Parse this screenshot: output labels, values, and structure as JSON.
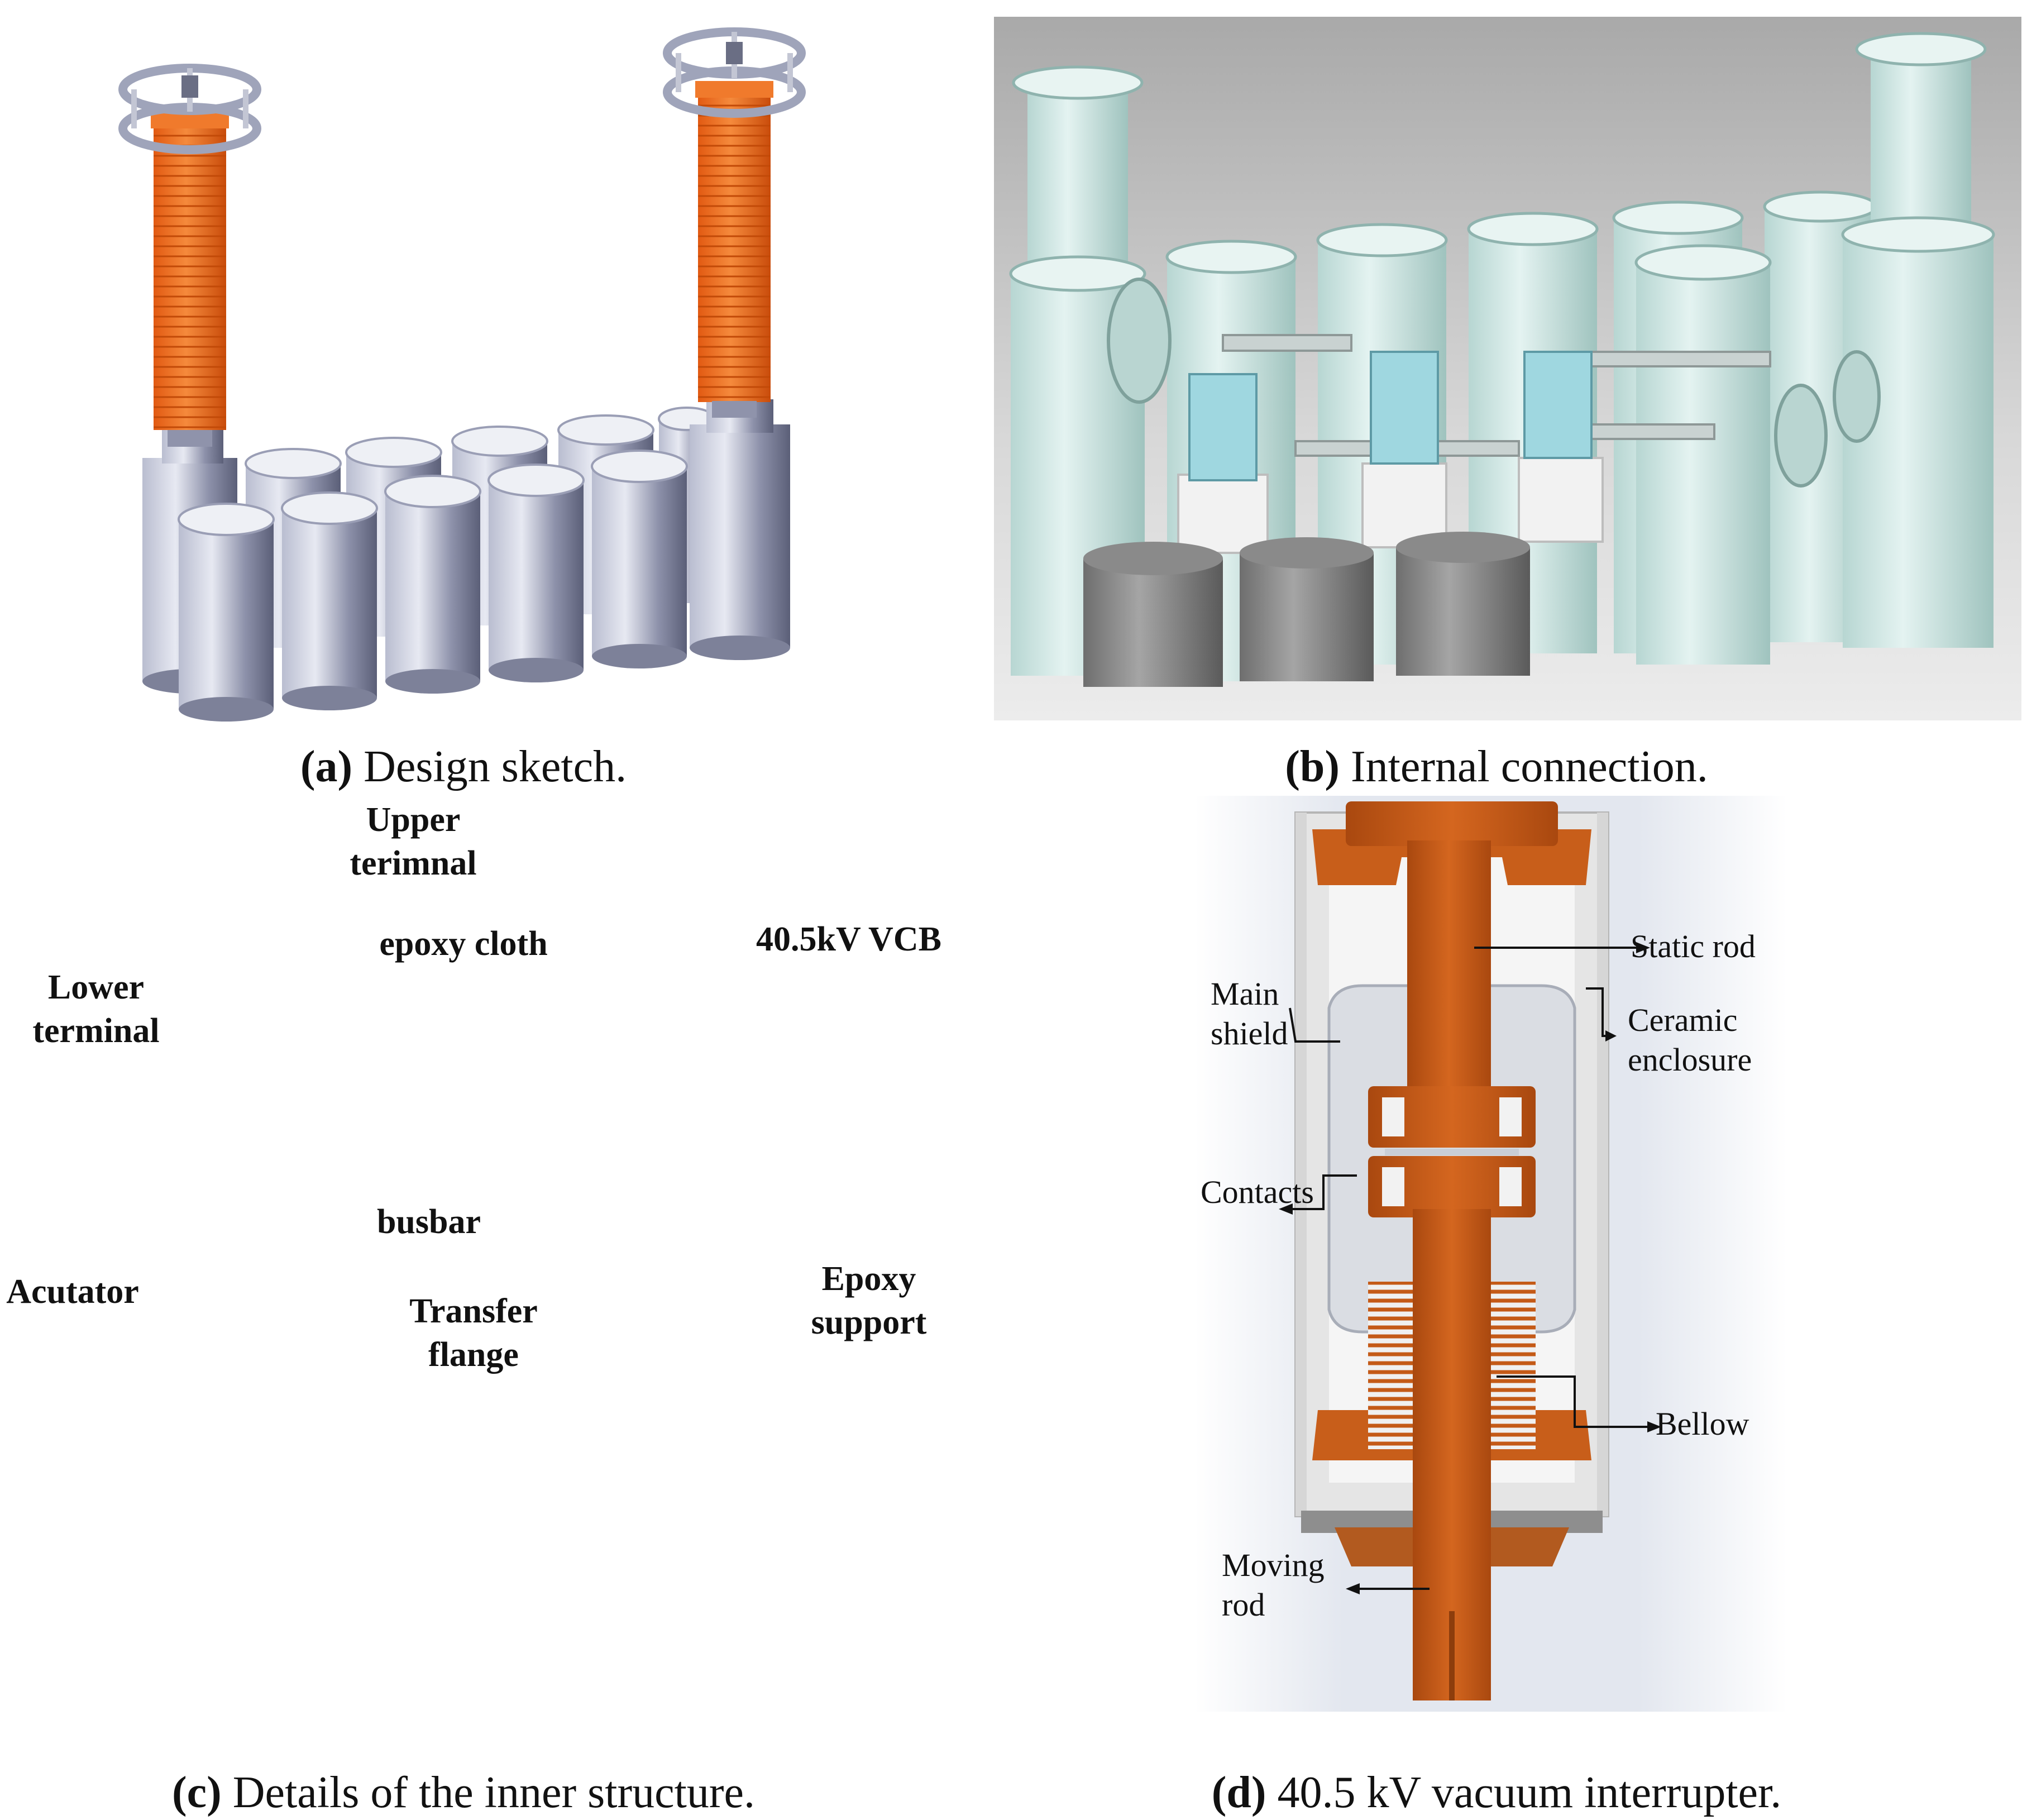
{
  "panels": {
    "a": {
      "letter": "(a)",
      "caption": "Design sketch."
    },
    "b": {
      "letter": "(b)",
      "caption": "Internal connection."
    },
    "c": {
      "letter": "(c)",
      "caption": "Details of the inner structure.",
      "labels": {
        "upper_terminal_1": "Upper",
        "upper_terminal_2": "terimnal",
        "epoxy_cloth": "epoxy cloth",
        "vcb": "40.5kV VCB",
        "lower_terminal_1": "Lower",
        "lower_terminal_2": "terminal",
        "busbar": "busbar",
        "actuator": "Acutator",
        "transfer_flange_1": "Transfer",
        "transfer_flange_2": "flange",
        "epoxy_support_1": "Epoxy",
        "epoxy_support_2": "support"
      }
    },
    "d": {
      "letter": "(d)",
      "caption": "40.5 kV vacuum interrupter.",
      "labels": {
        "static_rod": "Static rod",
        "main_shield_1": "Main",
        "main_shield_2": "shield",
        "ceramic_1": "Ceramic",
        "ceramic_2": "enclosure",
        "contacts": "Contacts",
        "bellow": "Bellow",
        "moving_rod_1": "Moving",
        "moving_rod_2": "rod"
      }
    }
  },
  "colors": {
    "orange": "#ec6a1e",
    "copper": "#c45a17",
    "steel": "#8a8fa8",
    "teal": "#cfe6e2",
    "gray_bg": "#c9c9c9"
  }
}
